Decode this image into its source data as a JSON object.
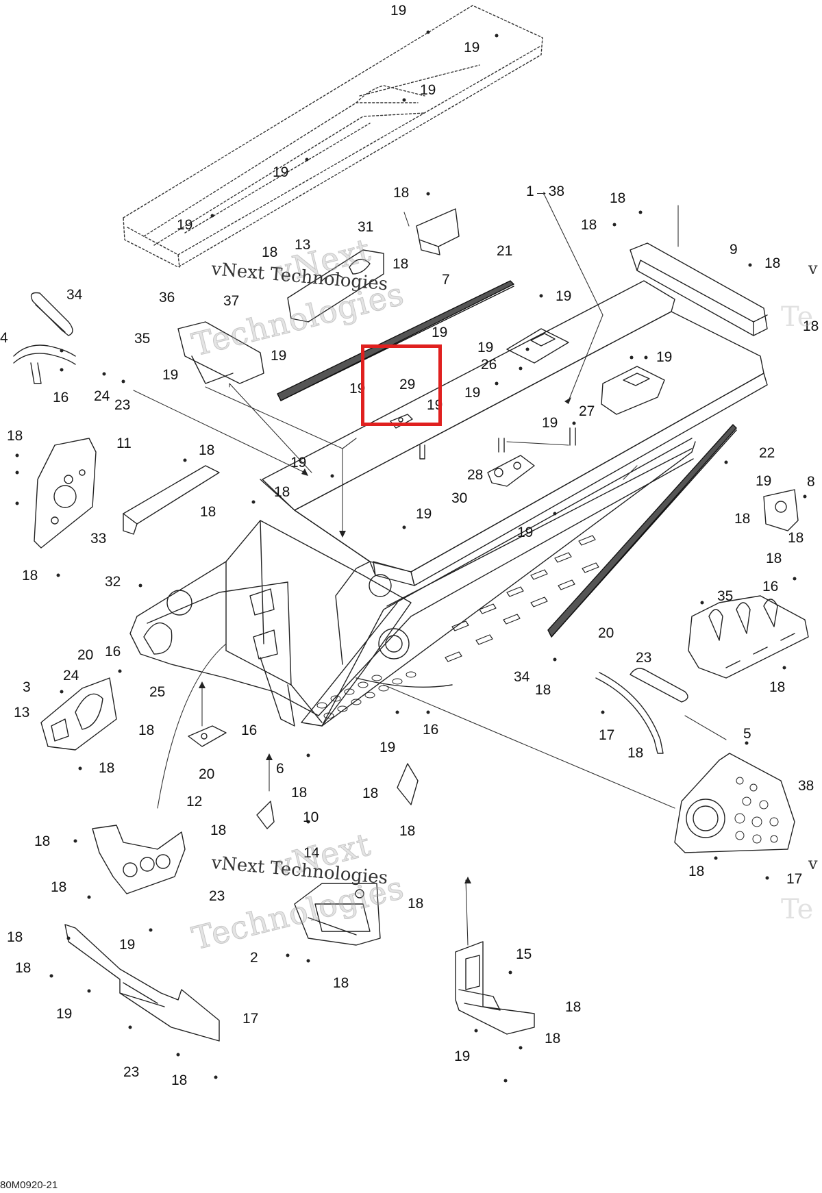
{
  "diagram": {
    "code": "80M0920-21",
    "range_label": "1→38",
    "highlighted_part": "29",
    "watermark": {
      "line1": "vNext",
      "line2": "Technologies",
      "full": "vNext Technologies",
      "edge_fragment_v": "v",
      "edge_fragment_te": "Te"
    },
    "callouts": [
      {
        "id": "c1",
        "text": "19"
      },
      {
        "id": "c2",
        "text": "19"
      },
      {
        "id": "c3",
        "text": "19"
      },
      {
        "id": "c4",
        "text": "19"
      },
      {
        "id": "c5",
        "text": "19"
      },
      {
        "id": "c6",
        "text": "18"
      },
      {
        "id": "c7",
        "text": "18"
      },
      {
        "id": "c8",
        "text": "18"
      },
      {
        "id": "c9",
        "text": "18"
      },
      {
        "id": "c10",
        "text": "31"
      },
      {
        "id": "c11",
        "text": "13"
      },
      {
        "id": "c12",
        "text": "18"
      },
      {
        "id": "c13",
        "text": "18"
      },
      {
        "id": "c14",
        "text": "7"
      },
      {
        "id": "c15",
        "text": "9"
      },
      {
        "id": "c16",
        "text": "18"
      },
      {
        "id": "c17",
        "text": "21"
      },
      {
        "id": "c18",
        "text": "34"
      },
      {
        "id": "c19",
        "text": "36"
      },
      {
        "id": "c20",
        "text": "37"
      },
      {
        "id": "c21",
        "text": "19"
      },
      {
        "id": "c22",
        "text": "35"
      },
      {
        "id": "c23",
        "text": "4"
      },
      {
        "id": "c24",
        "text": "19"
      },
      {
        "id": "c25",
        "text": "19"
      },
      {
        "id": "c26",
        "text": "16"
      },
      {
        "id": "c27",
        "text": "24"
      },
      {
        "id": "c28",
        "text": "23"
      },
      {
        "id": "c29",
        "text": "19"
      },
      {
        "id": "c30",
        "text": "19"
      },
      {
        "id": "c31",
        "text": "26"
      },
      {
        "id": "c32",
        "text": "19"
      },
      {
        "id": "c33",
        "text": "29"
      },
      {
        "id": "c34",
        "text": "19"
      },
      {
        "id": "c35",
        "text": "19"
      },
      {
        "id": "c36",
        "text": "19"
      },
      {
        "id": "c37",
        "text": "27"
      },
      {
        "id": "c38",
        "text": "19"
      },
      {
        "id": "c39",
        "text": "18"
      },
      {
        "id": "c40",
        "text": "11"
      },
      {
        "id": "c41",
        "text": "18"
      },
      {
        "id": "c42",
        "text": "19"
      },
      {
        "id": "c43",
        "text": "22"
      },
      {
        "id": "c44",
        "text": "28"
      },
      {
        "id": "c45",
        "text": "30"
      },
      {
        "id": "c46",
        "text": "19"
      },
      {
        "id": "c47",
        "text": "18"
      },
      {
        "id": "c48",
        "text": "18"
      },
      {
        "id": "c49",
        "text": "33"
      },
      {
        "id": "c50",
        "text": "19"
      },
      {
        "id": "c51",
        "text": "19"
      },
      {
        "id": "c52",
        "text": "8"
      },
      {
        "id": "c53",
        "text": "18"
      },
      {
        "id": "c54",
        "text": "18"
      },
      {
        "id": "c55",
        "text": "18"
      },
      {
        "id": "c56",
        "text": "18"
      },
      {
        "id": "c57",
        "text": "32"
      },
      {
        "id": "c58",
        "text": "35"
      },
      {
        "id": "c59",
        "text": "16"
      },
      {
        "id": "c60",
        "text": "20"
      },
      {
        "id": "c61",
        "text": "20"
      },
      {
        "id": "c62",
        "text": "16"
      },
      {
        "id": "c63",
        "text": "23"
      },
      {
        "id": "c64",
        "text": "24"
      },
      {
        "id": "c65",
        "text": "34"
      },
      {
        "id": "c66",
        "text": "18"
      },
      {
        "id": "c67",
        "text": "3"
      },
      {
        "id": "c68",
        "text": "18"
      },
      {
        "id": "c69",
        "text": "25"
      },
      {
        "id": "c70",
        "text": "13"
      },
      {
        "id": "c71",
        "text": "18"
      },
      {
        "id": "c72",
        "text": "16"
      },
      {
        "id": "c73",
        "text": "16"
      },
      {
        "id": "c74",
        "text": "17"
      },
      {
        "id": "c75",
        "text": "5"
      },
      {
        "id": "c76",
        "text": "19"
      },
      {
        "id": "c77",
        "text": "18"
      },
      {
        "id": "c78",
        "text": "18"
      },
      {
        "id": "c79",
        "text": "20"
      },
      {
        "id": "c80",
        "text": "6"
      },
      {
        "id": "c81",
        "text": "12"
      },
      {
        "id": "c82",
        "text": "38"
      },
      {
        "id": "c83",
        "text": "18"
      },
      {
        "id": "c84",
        "text": "18"
      },
      {
        "id": "c85",
        "text": "10"
      },
      {
        "id": "c86",
        "text": "18"
      },
      {
        "id": "c87",
        "text": "18"
      },
      {
        "id": "c88",
        "text": "18"
      },
      {
        "id": "c89",
        "text": "18"
      },
      {
        "id": "c90",
        "text": "14"
      },
      {
        "id": "c91",
        "text": "18"
      },
      {
        "id": "c92",
        "text": "17"
      },
      {
        "id": "c93",
        "text": "23"
      },
      {
        "id": "c94",
        "text": "18"
      },
      {
        "id": "c95",
        "text": "19"
      },
      {
        "id": "c96",
        "text": "18"
      },
      {
        "id": "c97",
        "text": "2"
      },
      {
        "id": "c98",
        "text": "15"
      },
      {
        "id": "c99",
        "text": "18"
      },
      {
        "id": "c100",
        "text": "18"
      },
      {
        "id": "c101",
        "text": "19"
      },
      {
        "id": "c102",
        "text": "17"
      },
      {
        "id": "c103",
        "text": "18"
      },
      {
        "id": "c104",
        "text": "18"
      },
      {
        "id": "c105",
        "text": "23"
      },
      {
        "id": "c106",
        "text": "19"
      },
      {
        "id": "c107",
        "text": "18"
      }
    ]
  }
}
